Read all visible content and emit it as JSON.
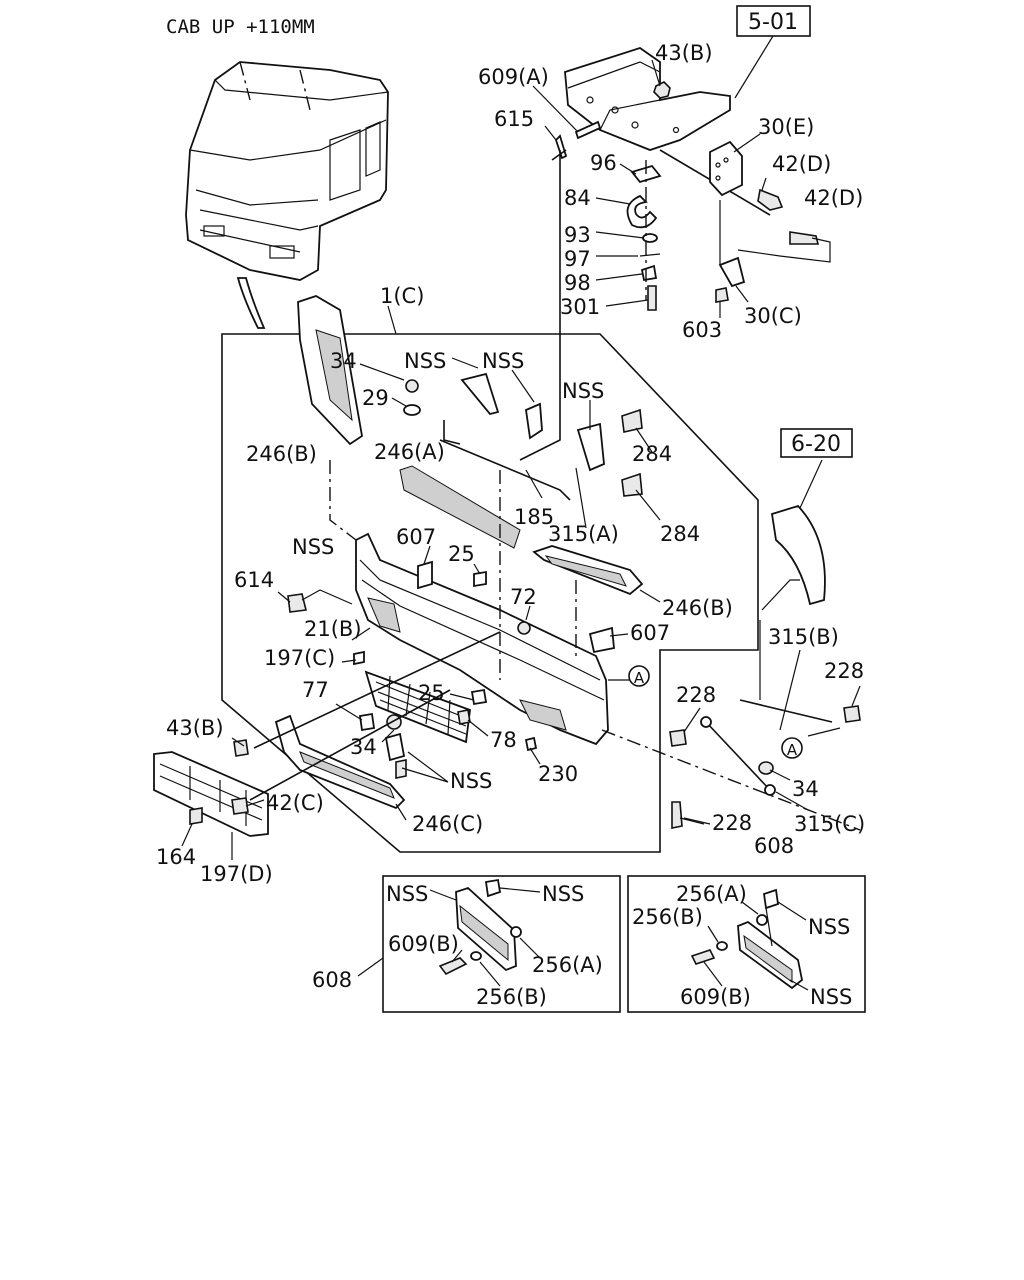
{
  "header": {
    "title": "CAB UP +110MM"
  },
  "refs": {
    "r501": "5-01",
    "r620": "6-20"
  },
  "circle_ref": "A",
  "callouts": {
    "c609a": "609(A)",
    "c43b_top": "43(B)",
    "c615": "615",
    "c30e": "30(E)",
    "c96": "96",
    "c42d1": "42(D)",
    "c84": "84",
    "c42d2": "42(D)",
    "c93": "93",
    "c97": "97",
    "c98": "98",
    "c301": "301",
    "c603": "603",
    "c30c": "30(C)",
    "c1c": "1(C)",
    "c34_top": "34",
    "nss1": "NSS",
    "nss2": "NSS",
    "nss3": "NSS",
    "c29": "29",
    "c246b_l": "246(B)",
    "c246a": "246(A)",
    "c284_1": "284",
    "c284_2": "284",
    "c185": "185",
    "c315a": "315(A)",
    "nss4": "NSS",
    "c607_1": "607",
    "c25_1": "25",
    "c614": "614",
    "c246b_r": "246(B)",
    "c72": "72",
    "c21b": "21(B)",
    "c607_2": "607",
    "c197c": "197(C)",
    "c315b": "315(B)",
    "c228_1": "228",
    "c228_2": "228",
    "c77": "77",
    "c25_2": "25",
    "c43b_l": "43(B)",
    "c78": "78",
    "c34_mid": "34",
    "nss5": "NSS",
    "c230": "230",
    "c34_r": "34",
    "c42c": "42(C)",
    "c228_3": "228",
    "c315c": "315(C)",
    "c246c": "246(C)",
    "c164": "164",
    "c197d": "197(D)",
    "c608_top": "608"
  },
  "box_left": {
    "nss_a": "NSS",
    "nss_b": "NSS",
    "c609b": "609(B)",
    "c256a": "256(A)",
    "c256b": "256(B)",
    "c608": "608"
  },
  "box_right": {
    "c256a": "256(A)",
    "nss_a": "NSS",
    "c256b": "256(B)",
    "c609b": "609(B)",
    "nss_b": "NSS"
  }
}
